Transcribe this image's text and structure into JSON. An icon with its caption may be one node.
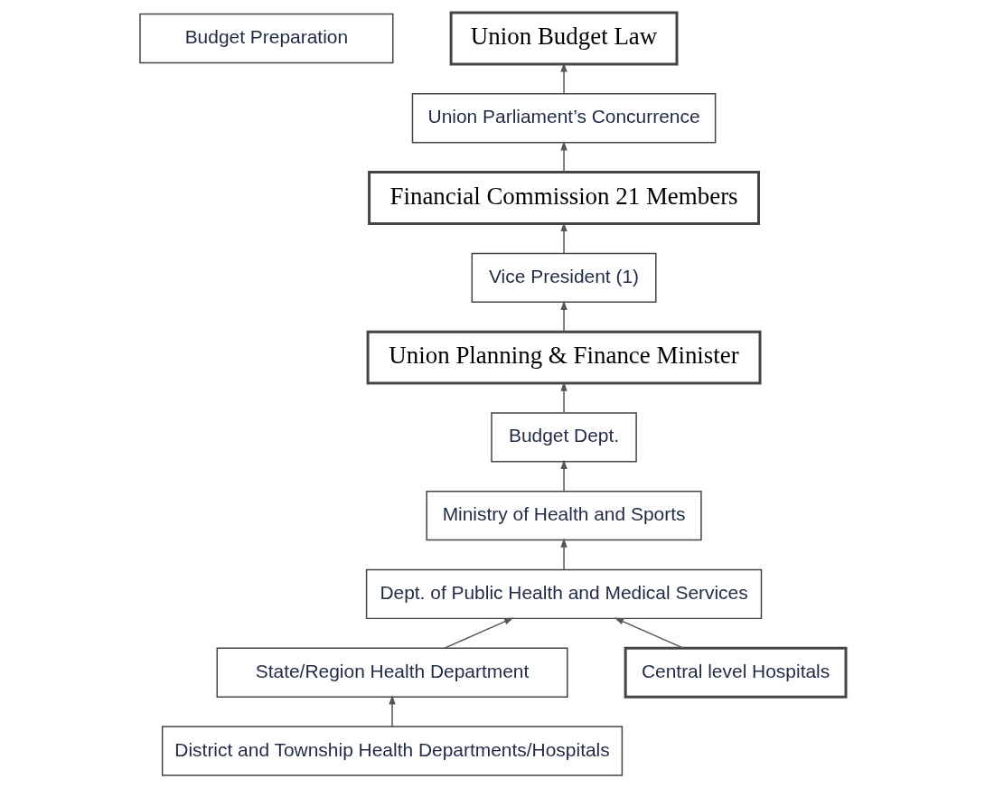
{
  "diagram": {
    "nodes": [
      {
        "text": [
          "Budget Preparation"
        ]
      },
      {
        "text": [
          "Union Budget Law"
        ]
      },
      {
        "text": [
          "Union Parliament’s Concurrence"
        ]
      },
      {
        "text": [
          "Financial Commission 21 Members"
        ]
      },
      {
        "text": [
          "Vice President (1)"
        ]
      },
      {
        "text": [
          "Union Planning & Finance Minister"
        ]
      },
      {
        "text": [
          "Budget Dept."
        ]
      },
      {
        "text": [
          "Ministry of Health and Sports"
        ]
      },
      {
        "text": [
          "Dept. of Public Health and Medical Services"
        ]
      },
      {
        "text": [
          "State/Region Health Department"
        ]
      },
      {
        "text": [
          "Central level Hospitals"
        ]
      },
      {
        "text": [
          "District and Township Health Departments/Hospitals"
        ]
      }
    ],
    "edges": [
      {
        "from": 2,
        "to": 1,
        "arrow": "to"
      },
      {
        "from": 3,
        "to": 2,
        "arrow": "to"
      },
      {
        "from": 4,
        "to": 3,
        "arrow": "to"
      },
      {
        "from": 5,
        "to": 4,
        "arrow": "to"
      },
      {
        "from": 6,
        "to": 5,
        "arrow": "to"
      },
      {
        "from": 7,
        "to": 6,
        "arrow": "to"
      },
      {
        "from": 8,
        "to": 7,
        "arrow": "to"
      },
      {
        "from": 9,
        "to": 8,
        "arrow": "to"
      },
      {
        "from": 10,
        "to": 8,
        "arrow": "to"
      },
      {
        "from": 11,
        "to": 9,
        "arrow": "to"
      }
    ]
  }
}
